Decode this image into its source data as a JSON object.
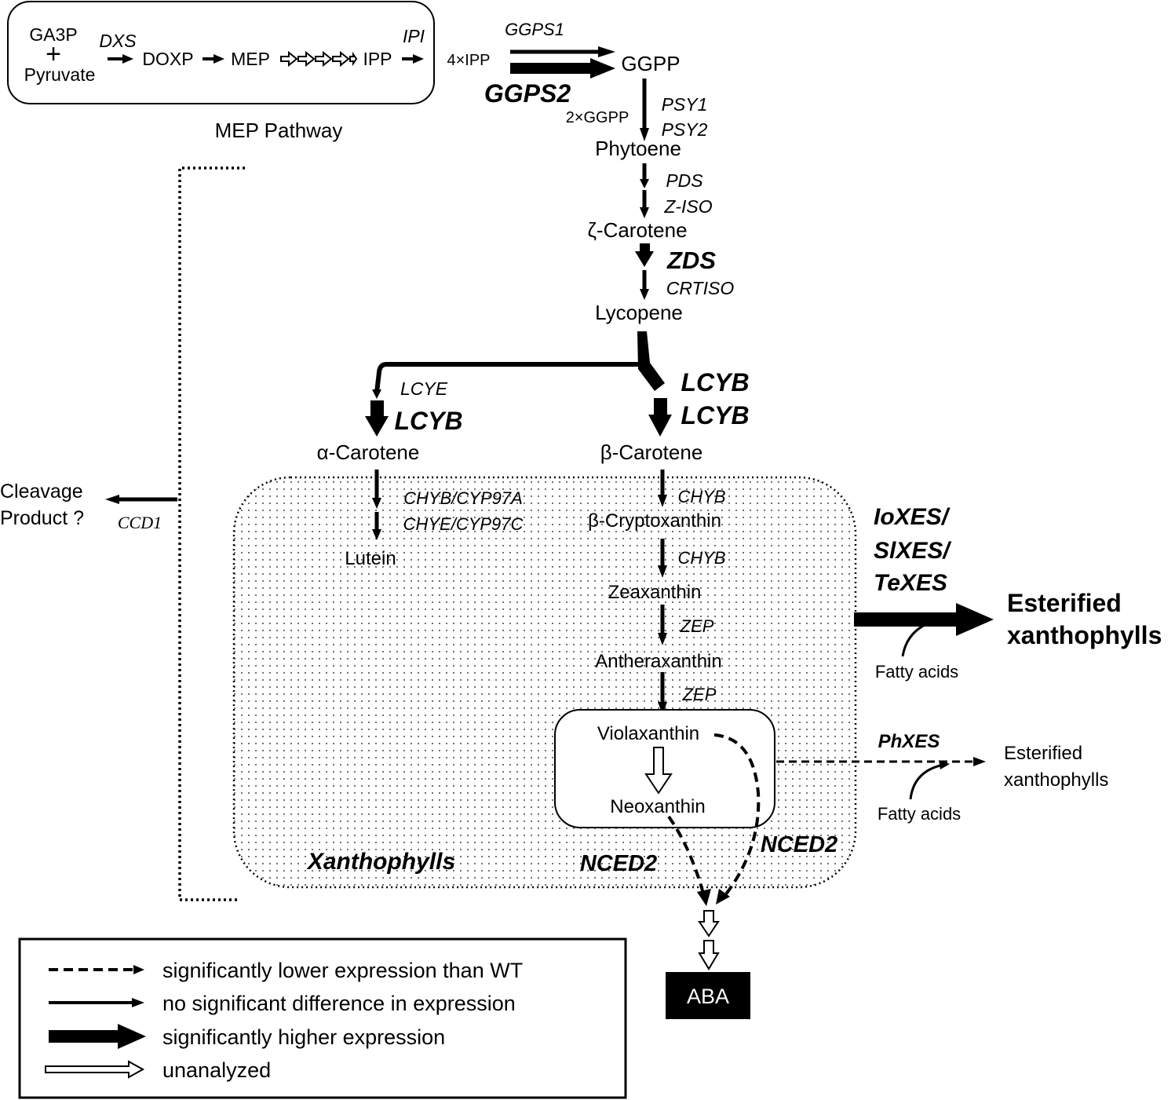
{
  "mep": {
    "ga3p": "GA3P",
    "plus": "+",
    "pyruvate": "Pyruvate",
    "dxs": "DXS",
    "doxp": "DOXP",
    "mep": "MEP",
    "ipp": "IPP",
    "ipi": "IPI",
    "label": "MEP Pathway"
  },
  "upper": {
    "ipp4": "4×IPP",
    "ggps1": "GGPS1",
    "ggps2": "GGPS2",
    "ggpp": "GGPP",
    "ggpp2": "2×GGPP",
    "psy1": "PSY1",
    "psy2": "PSY2",
    "phytoene": "Phytoene",
    "pds": "PDS",
    "ziso": "Z-ISO",
    "zeta_carotene": "ζ-Carotene",
    "zds": "ZDS",
    "crtiso": "CRTISO",
    "lycopene": "Lycopene"
  },
  "branch": {
    "lcye": "LCYE",
    "lcyb_left": "LCYB",
    "lcyb_right1": "LCYB",
    "lcyb_right2": "LCYB",
    "alpha_carotene": "α-Carotene",
    "beta_carotene": "β-Carotene"
  },
  "xanthophylls": {
    "chyb_cyp97a": "CHYB/CYP97A",
    "chye_cyp97c": "CHYE/CYP97C",
    "lutein": "Lutein",
    "chyb1": "CHYB",
    "beta_cryptoxanthin": "β-Cryptoxanthin",
    "chyb2": "CHYB",
    "zeaxanthin": "Zeaxanthin",
    "zep1": "ZEP",
    "antheraxanthin": "Antheraxanthin",
    "zep2": "ZEP",
    "violaxanthin": "Violaxanthin",
    "neoxanthin": "Neoxanthin",
    "label": "Xanthophylls",
    "nced2_a": "NCED2",
    "nced2_b": "NCED2"
  },
  "esterification": {
    "xes_line1": "IoXES/",
    "xes_line2": "SlXES/",
    "xes_line3": "TeXES",
    "esterified_bold_1": "Esterified",
    "esterified_bold_2": "xanthophylls",
    "fatty_acids_1": "Fatty acids",
    "phxes": "PhXES",
    "esterified_1": "Esterified",
    "esterified_2": "xanthophylls",
    "fatty_acids_2": "Fatty acids"
  },
  "cleavage": {
    "product_1": "Cleavage",
    "product_2": "Product ?",
    "ccd1": "CCD1"
  },
  "aba": "ABA",
  "legend": {
    "items": [
      {
        "style": "dashed",
        "label": "significantly lower expression than WT"
      },
      {
        "style": "solid",
        "label": "no significant difference in expression"
      },
      {
        "style": "thick",
        "label": "significantly higher expression"
      },
      {
        "style": "open",
        "label": "unanalyzed"
      }
    ]
  }
}
